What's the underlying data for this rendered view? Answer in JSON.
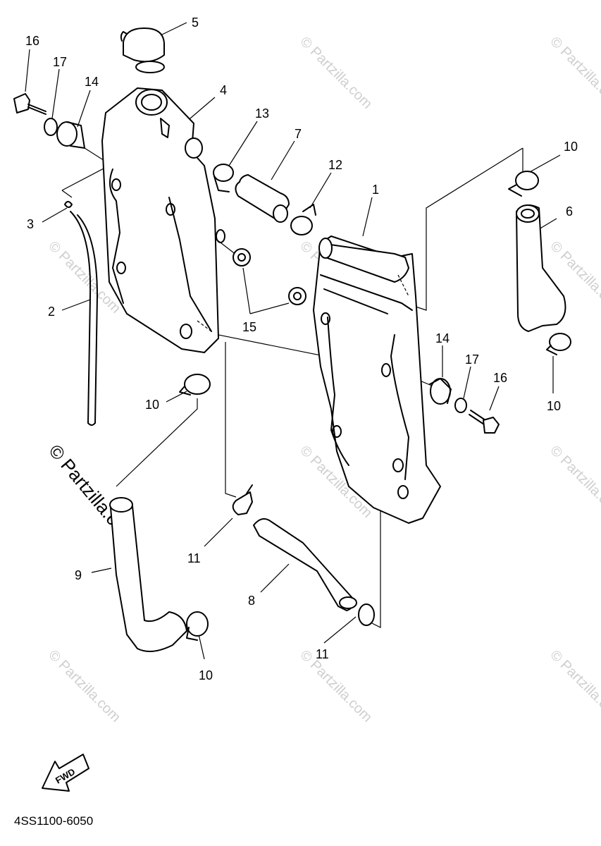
{
  "diagram": {
    "code": "4SS1100-6050",
    "fwd_label": "FWD",
    "watermark": "© Partzilla.com",
    "callouts": {
      "c1": "1",
      "c2": "2",
      "c3": "3",
      "c4": "4",
      "c5": "5",
      "c6": "6",
      "c7": "7",
      "c8": "8",
      "c9": "9",
      "c10a": "10",
      "c10b": "10",
      "c10c": "10",
      "c10d": "10",
      "c11a": "11",
      "c11b": "11",
      "c12": "12",
      "c13": "13",
      "c14a": "14",
      "c14b": "14",
      "c15": "15",
      "c16a": "16",
      "c16b": "16",
      "c17a": "17",
      "c17b": "17"
    }
  }
}
